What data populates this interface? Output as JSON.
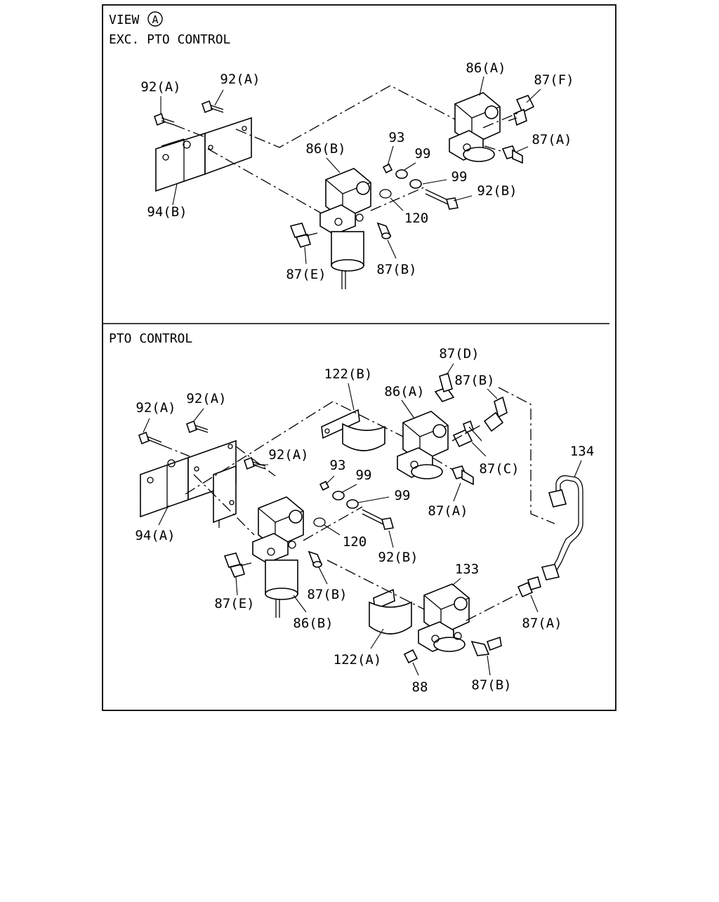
{
  "view": {
    "title": "VIEW",
    "marker": "A"
  },
  "sections": {
    "top": {
      "heading": "EXC. PTO CONTROL"
    },
    "bottom": {
      "heading": "PTO CONTROL"
    }
  },
  "callouts": {
    "top": [
      "92(A)",
      "92(A)",
      "86(A)",
      "87(F)",
      "87(A)",
      "93",
      "99",
      "99",
      "86(B)",
      "92(B)",
      "120",
      "94(B)",
      "87(E)",
      "87(B)"
    ],
    "bottom": [
      "87(D)",
      "122(B)",
      "87(B)",
      "86(A)",
      "92(A)",
      "92(A)",
      "92(A)",
      "134",
      "93",
      "99",
      "87(C)",
      "99",
      "87(A)",
      "94(A)",
      "120",
      "92(B)",
      "133",
      "87(B)",
      "87(E)",
      "86(B)",
      "87(A)",
      "122(A)",
      "88",
      "87(B)"
    ]
  }
}
